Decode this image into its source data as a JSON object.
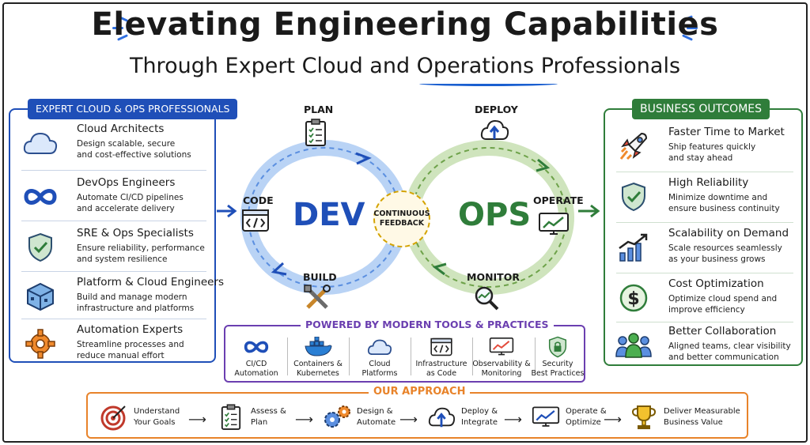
{
  "header": {
    "title": "Elevating Engineering Capabilities",
    "subtitle": "Through Expert Cloud and Operations Professionals"
  },
  "left_panel": {
    "heading": "EXPERT CLOUD & OPS PROFESSIONALS",
    "items": [
      {
        "name": "Cloud Architects",
        "desc1": "Design scalable, secure",
        "desc2": "and cost-effective solutions",
        "icon": "cloud-icon"
      },
      {
        "name": "DevOps Engineers",
        "desc1": "Automate CI/CD pipelines",
        "desc2": "and accelerate delivery",
        "icon": "infinity-icon"
      },
      {
        "name": "SRE & Ops Specialists",
        "desc1": "Ensure reliability, performance",
        "desc2": "and system resilience",
        "icon": "shield-check-icon"
      },
      {
        "name": "Platform & Cloud Engineers",
        "desc1": "Build and manage modern",
        "desc2": "infrastructure and platforms",
        "icon": "cube-icon"
      },
      {
        "name": "Automation Experts",
        "desc1": "Streamline processes and",
        "desc2": "reduce manual effort",
        "icon": "gear-icon"
      }
    ]
  },
  "loop": {
    "dev": "DEV",
    "ops": "OPS",
    "center": "CONTINUOUS FEEDBACK",
    "plan": "PLAN",
    "code": "CODE",
    "build": "BUILD",
    "deploy": "DEPLOY",
    "operate": "OPERATE",
    "monitor": "MONITOR"
  },
  "right_panel": {
    "heading": "BUSINESS OUTCOMES",
    "items": [
      {
        "name": "Faster Time to Market",
        "desc1": "Ship features quickly",
        "desc2": "and stay ahead",
        "icon": "rocket-icon"
      },
      {
        "name": "High Reliability",
        "desc1": "Minimize downtime and",
        "desc2": "ensure business continuity",
        "icon": "shield-check-icon"
      },
      {
        "name": "Scalability on Demand",
        "desc1": "Scale resources seamlessly",
        "desc2": "as your business grows",
        "icon": "growth-chart-icon"
      },
      {
        "name": "Cost Optimization",
        "desc1": "Optimize cloud spend and",
        "desc2": "improve efficiency",
        "icon": "dollar-icon"
      },
      {
        "name": "Better Collaboration",
        "desc1": "Aligned teams, clear visibility",
        "desc2": "and better communication",
        "icon": "team-icon"
      }
    ]
  },
  "tools": {
    "heading": "POWERED BY MODERN TOOLS & PRACTICES",
    "items": [
      {
        "l1": "CI/CD",
        "l2": "Automation"
      },
      {
        "l1": "Containers &",
        "l2": "Kubernetes"
      },
      {
        "l1": "Cloud",
        "l2": "Platforms"
      },
      {
        "l1": "Infrastructure",
        "l2": "as Code"
      },
      {
        "l1": "Observability &",
        "l2": "Monitoring"
      },
      {
        "l1": "Security",
        "l2": "Best Practices"
      }
    ]
  },
  "approach": {
    "heading": "OUR APPROACH",
    "steps": [
      {
        "l1": "Understand",
        "l2": "Your Goals"
      },
      {
        "l1": "Assess &",
        "l2": "Plan"
      },
      {
        "l1": "Design &",
        "l2": "Automate"
      },
      {
        "l1": "Deploy &",
        "l2": "Integrate"
      },
      {
        "l1": "Operate &",
        "l2": "Optimize"
      },
      {
        "l1": "Deliver Measurable",
        "l2": "Business Value"
      }
    ]
  },
  "colors": {
    "blue": "#1f4fb8",
    "green": "#2f7d3a",
    "purple": "#6b3fb0",
    "orange": "#e8832a",
    "gold": "#d4a300"
  }
}
